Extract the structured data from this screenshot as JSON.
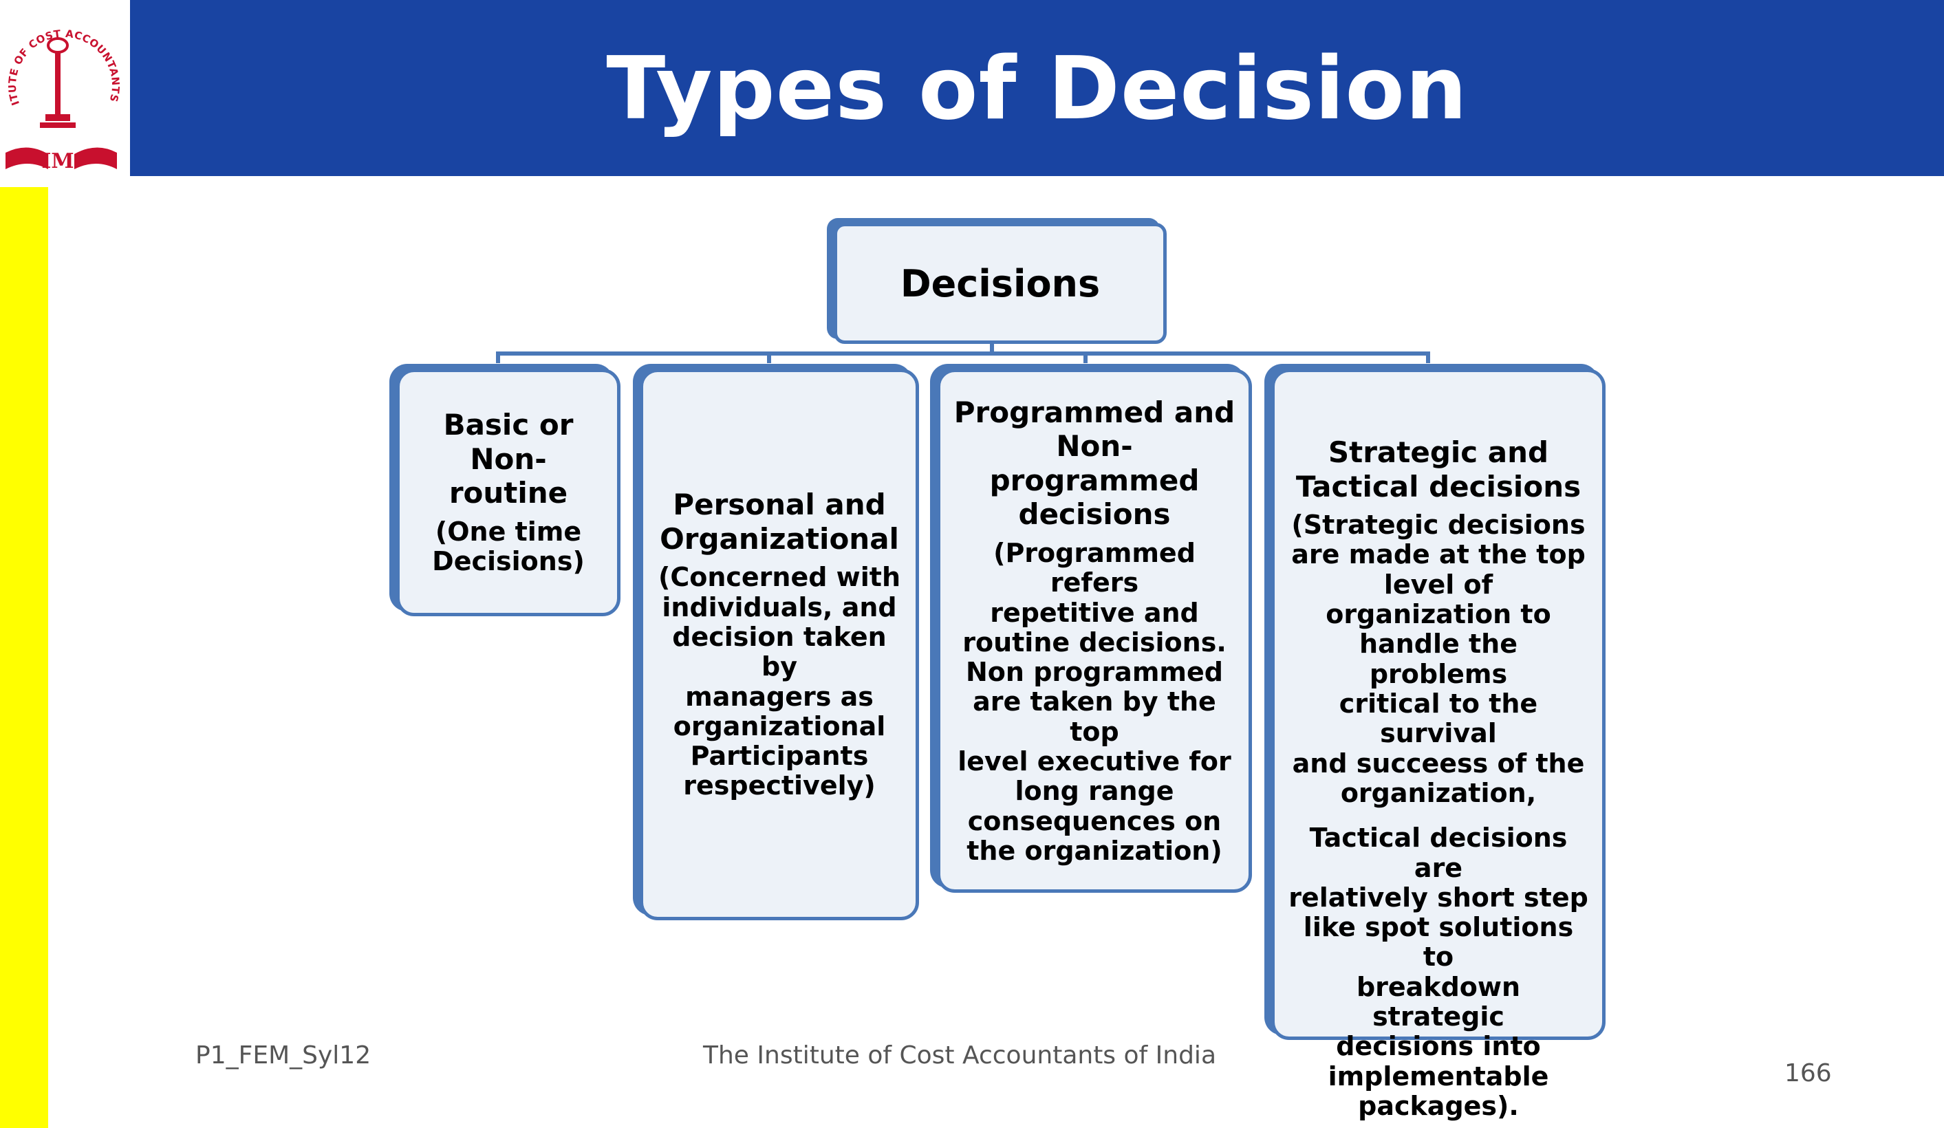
{
  "slide": {
    "title": "Types of Decision",
    "logo_text": "THE INSTITUTE OF COST ACCOUNTANTS OF INDIA",
    "colors": {
      "header": "#1944A2",
      "strip": "#FFFF00",
      "box_border": "#4A78B8",
      "box_fill": "#EDF2F8"
    }
  },
  "diagram": {
    "root": {
      "label": "Decisions"
    },
    "children": [
      {
        "title_lines": [
          "Basic or",
          "Non- routine"
        ],
        "desc_lines": [
          "(One time",
          "Decisions)"
        ]
      },
      {
        "title_lines": [
          "Personal and",
          "Organizational"
        ],
        "desc_lines": [
          "(Concerned with",
          "individuals,  and",
          "decision taken by",
          "managers as",
          "organizational",
          "Participants",
          "respectively)"
        ]
      },
      {
        "title_lines": [
          "Programmed and",
          "Non-programmed",
          "decisions"
        ],
        "desc_lines": [
          "(Programmed refers",
          "repetitive and",
          "routine decisions.",
          "Non programmed",
          "are taken  by the top",
          "level executive for",
          "long range",
          "consequences on",
          "the organization)"
        ]
      },
      {
        "title_lines": [
          "Strategic and",
          "Tactical decisions"
        ],
        "desc_lines": [
          "(Strategic decisions",
          "are made at the top",
          "level of organization to",
          "handle the problems",
          "critical to the survival",
          "and succeess of the",
          "organization,"
        ],
        "desc2_lines": [
          "Tactical decisions are",
          "relatively short step",
          "like spot solutions to",
          "breakdown  strategic",
          "decisions  into",
          "implementable",
          "packages)."
        ]
      }
    ]
  },
  "footer": {
    "code": "P1_FEM_Syl12",
    "institute": "The Institute of Cost Accountants of India",
    "page": "166"
  }
}
